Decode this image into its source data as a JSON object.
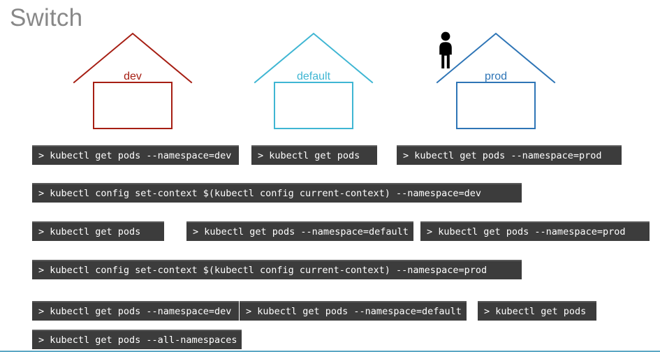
{
  "slide": {
    "title": "Switch",
    "title_color": "#888888",
    "background": "#ffffff",
    "accent_rule_color": "#5ba7c4"
  },
  "houses": [
    {
      "id": "dev",
      "label": "dev",
      "color": "#a61e13",
      "has_person": false
    },
    {
      "id": "default",
      "label": "default",
      "color": "#3fb6d3",
      "has_person": false
    },
    {
      "id": "prod",
      "label": "prod",
      "color": "#2e75b6",
      "has_person": true
    }
  ],
  "command_rows": [
    {
      "row": 1,
      "commands": [
        {
          "text": "> kubectl get pods --namespace=dev"
        },
        {
          "text": "> kubectl get pods"
        },
        {
          "text": "> kubectl get pods --namespace=prod"
        }
      ]
    },
    {
      "row": 2,
      "commands": [
        {
          "text": "> kubectl config set-context $(kubectl config current-context) --namespace=dev"
        }
      ]
    },
    {
      "row": 3,
      "commands": [
        {
          "text": "> kubectl get pods"
        },
        {
          "text": "> kubectl get pods --namespace=default"
        },
        {
          "text": "> kubectl get pods --namespace=prod"
        }
      ]
    },
    {
      "row": 4,
      "commands": [
        {
          "text": "> kubectl config set-context $(kubectl config current-context) --namespace=prod"
        }
      ]
    },
    {
      "row": 5,
      "commands": [
        {
          "text": "> kubectl get pods --namespace=dev"
        },
        {
          "text": "> kubectl get pods --namespace=default"
        },
        {
          "text": "> kubectl get pods"
        }
      ]
    },
    {
      "row": 6,
      "commands": [
        {
          "text": "> kubectl get pods --all-namespaces"
        }
      ]
    }
  ],
  "terminal_style": {
    "background": "#3c3c3c",
    "top_edge": "#585858",
    "text_color": "#ffffff"
  }
}
